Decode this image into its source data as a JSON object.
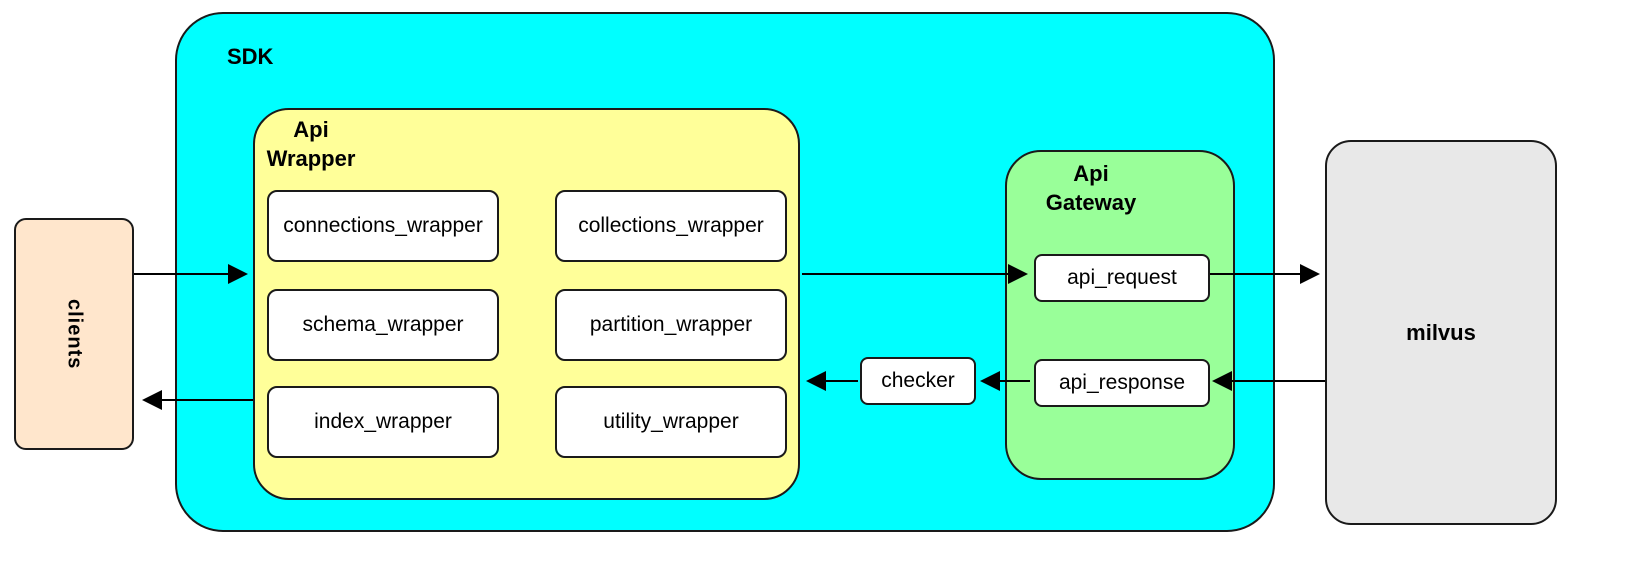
{
  "nodes": {
    "clients": {
      "label": "clients",
      "fill": "#ffe6cc"
    },
    "sdk": {
      "label": "SDK",
      "fill": "#00ffff"
    },
    "api_wrapper": {
      "label": "Api\nWrapper",
      "fill": "#ffff99",
      "boxes": [
        {
          "label": "connections_wrapper"
        },
        {
          "label": "collections_wrapper"
        },
        {
          "label": "schema_wrapper"
        },
        {
          "label": "partition_wrapper"
        },
        {
          "label": "index_wrapper"
        },
        {
          "label": "utility_wrapper"
        }
      ]
    },
    "checker": {
      "label": "checker",
      "fill": "#ffffff"
    },
    "api_gateway": {
      "label": "Api\nGateway",
      "fill": "#99ff99",
      "boxes": [
        {
          "label": "api_request"
        },
        {
          "label": "api_response"
        }
      ]
    },
    "milvus": {
      "label": "milvus",
      "fill": "#e8e8e8"
    }
  },
  "edges": [
    {
      "from": "clients",
      "to": "api_wrapper"
    },
    {
      "from": "api_wrapper",
      "to": "api_request"
    },
    {
      "from": "api_request",
      "to": "milvus"
    },
    {
      "from": "milvus",
      "to": "api_response"
    },
    {
      "from": "api_response",
      "to": "checker"
    },
    {
      "from": "checker",
      "to": "api_wrapper"
    },
    {
      "from": "sdk",
      "to": "clients"
    }
  ]
}
